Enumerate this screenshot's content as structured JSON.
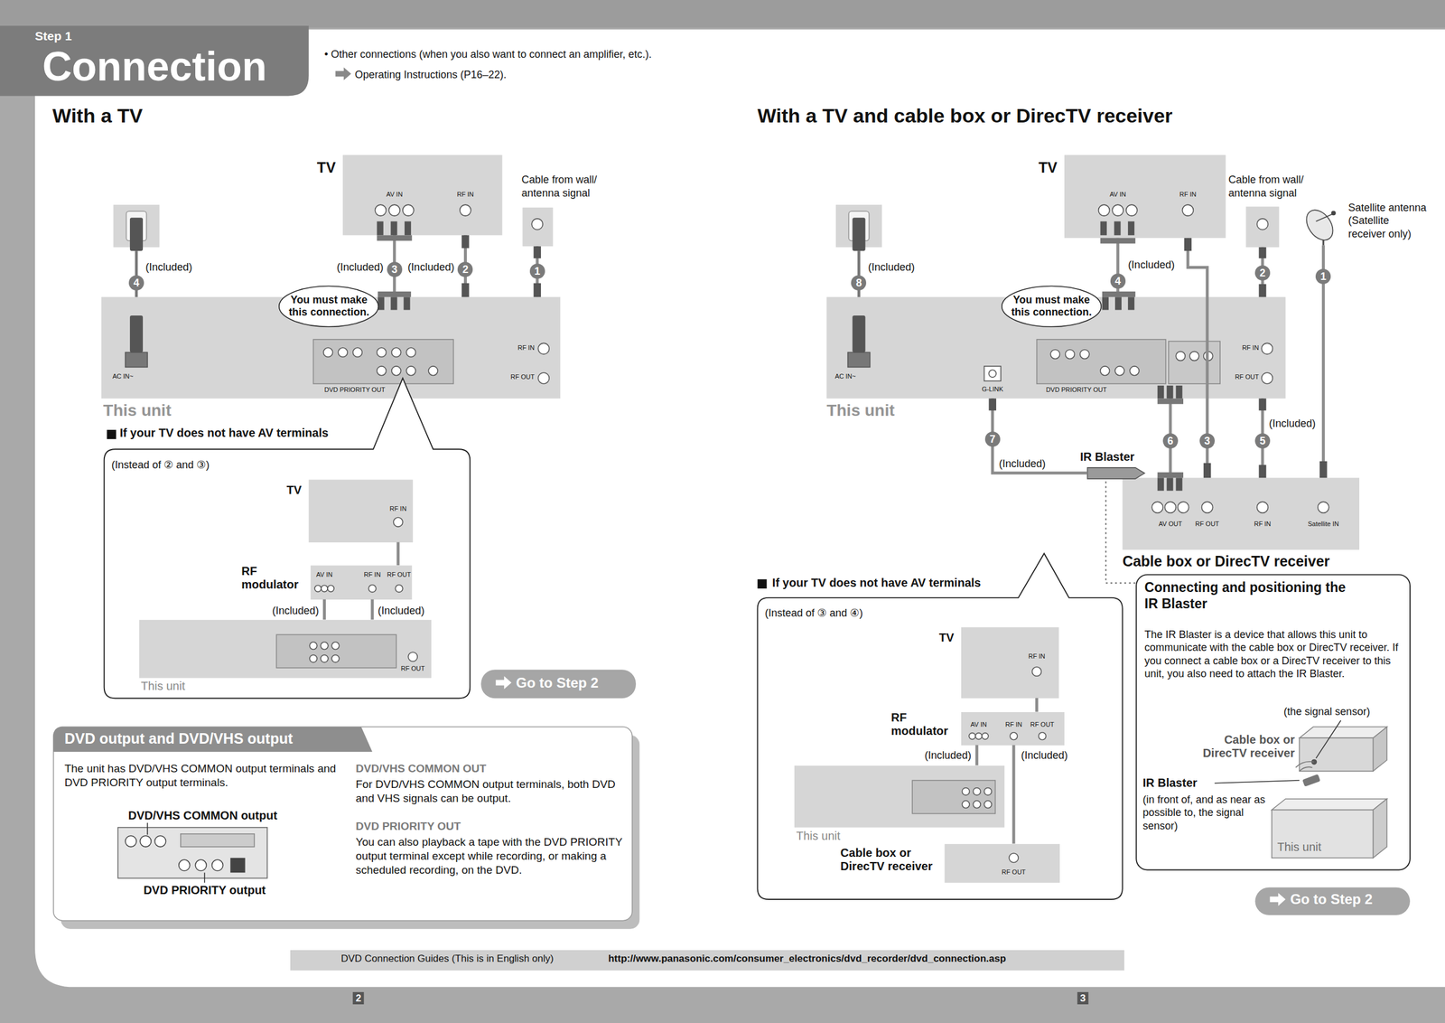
{
  "diagram": {
    "nodes": [
      {
        "text": [
          "Step 1",
          "Connection"
        ]
      },
      {
        "text": [
          "TV"
        ]
      },
      {
        "text": [
          "Cable from wall/ antenna signal"
        ]
      },
      {
        "text": [
          "You must make this connection."
        ]
      },
      {
        "text": [
          "This unit"
        ]
      },
      {
        "text": [
          "If your TV does not have AV terminals",
          "(Instead of ② and ③)"
        ]
      },
      {
        "text": [
          "TV"
        ],
        "in": 5
      },
      {
        "text": [
          "RF modulator"
        ],
        "in": 5
      },
      {
        "text": [
          "This unit"
        ],
        "in": 5
      },
      {
        "text": [
          "Go to Step 2"
        ]
      },
      {
        "text": [
          "DVD output and DVD/VHS output",
          "The unit has DVD/VHS COMMON output terminals and DVD PRIORITY output terminals.",
          "DVD/VHS COMMON OUT",
          "For DVD/VHS COMMON output terminals, both DVD and VHS signals can be output.",
          "DVD PRIORITY OUT",
          "You can also playback a tape with the DVD PRIORITY output terminal except while recording, or making a scheduled recording, on the DVD."
        ]
      },
      {
        "text": [
          "TV"
        ]
      },
      {
        "text": [
          "Cable from wall/ antenna signal"
        ]
      },
      {
        "text": [
          "Satellite antenna (Satellite receiver only)"
        ]
      },
      {
        "text": [
          "You must make this connection."
        ]
      },
      {
        "text": [
          "This unit"
        ]
      },
      {
        "text": [
          "IR Blaster"
        ]
      },
      {
        "text": [
          "Cable box or DirecTV receiver"
        ]
      },
      {
        "text": [
          "If your TV does not have AV terminals",
          "(Instead of ③ and ④)"
        ]
      },
      {
        "text": [
          "TV"
        ],
        "in": 18
      },
      {
        "text": [
          "RF modulator"
        ],
        "in": 18
      },
      {
        "text": [
          "This unit"
        ],
        "in": 18
      },
      {
        "text": [
          "Cable box or DirecTV receiver"
        ],
        "in": 18
      },
      {
        "text": [
          "Connecting and positioning the IR Blaster",
          "The IR Blaster is a device that allows this unit to communicate with the cable box or DirecTV receiver. If you connect a cable box or a DirecTV receiver to this unit, you also need to attach the IR Blaster."
        ]
      },
      {
        "text": [
          "Cable box or DirecTV receiver"
        ],
        "in": 23
      },
      {
        "text": [
          "This unit"
        ],
        "in": 23
      },
      {
        "text": [
          "Go to Step 2"
        ]
      },
      {
        "text": [
          "DVD Connection Guides (This is in English only)",
          "http://www.panasonic.com/consumer_electronics/dvd_recorder/dvd_connection.asp"
        ]
      }
    ],
    "edges": [
      {
        "from": 2,
        "to": 4,
        "label": "1",
        "arrow": "none"
      },
      {
        "from": 4,
        "to": 1,
        "label": "2",
        "arrow": "none"
      },
      {
        "from": 4,
        "to": 1,
        "label": "3",
        "arrow": "none"
      },
      {
        "from": 8,
        "to": 7,
        "arrow": "none"
      },
      {
        "from": 8,
        "to": 7,
        "arrow": "none"
      },
      {
        "from": 7,
        "to": 6,
        "arrow": "none"
      },
      {
        "from": 13,
        "to": 17,
        "label": "1",
        "arrow": "none"
      },
      {
        "from": 12,
        "to": 15,
        "label": "2",
        "arrow": "none"
      },
      {
        "from": 17,
        "to": 11,
        "label": "3",
        "arrow": "none"
      },
      {
        "from": 15,
        "to": 11,
        "label": "4",
        "arrow": "none"
      },
      {
        "from": 15,
        "to": 17,
        "label": "5",
        "arrow": "none"
      },
      {
        "from": 17,
        "to": 15,
        "label": "6",
        "arrow": "none"
      },
      {
        "from": 15,
        "to": 16,
        "label": "7",
        "arrow": "none"
      },
      {
        "from": 21,
        "to": 20,
        "arrow": "none"
      },
      {
        "from": 22,
        "to": 20,
        "arrow": "none"
      },
      {
        "from": 20,
        "to": 19,
        "arrow": "none"
      }
    ],
    "labels": [
      "• Other connections (when you also want to connect an amplifier, etc.).",
      "Operating Instructions (P16–22).",
      "With a TV",
      "With a TV and cable box or DirecTV receiver",
      "(Included)",
      "4",
      "AV IN",
      "RF IN",
      "(Included)",
      "(Included)",
      "RF IN",
      "RF OUT",
      "AC IN~",
      "DVD PRIORITY OUT",
      "RF IN",
      "AV IN",
      "RF IN",
      "RF OUT",
      "(Included)",
      "(Included)",
      "RF OUT",
      "DVD/VHS COMMON output",
      "DVD PRIORITY output",
      "(Included)",
      "8",
      "AV IN",
      "RF IN",
      "(Included)",
      "RF IN",
      "RF OUT",
      "AC IN~",
      "G-LINK",
      "DVD PRIORITY OUT",
      "(Included)",
      "(Included)",
      "AV OUT",
      "RF OUT",
      "RF IN",
      "Satellite IN",
      "RF IN",
      "AV IN",
      "RF IN",
      "RF OUT",
      "(Included)",
      "(Included)",
      "RF OUT",
      "(the signal sensor)",
      "IR Blaster",
      "(in front of, and as near as possible to, the signal sensor)",
      "2",
      "3"
    ]
  }
}
